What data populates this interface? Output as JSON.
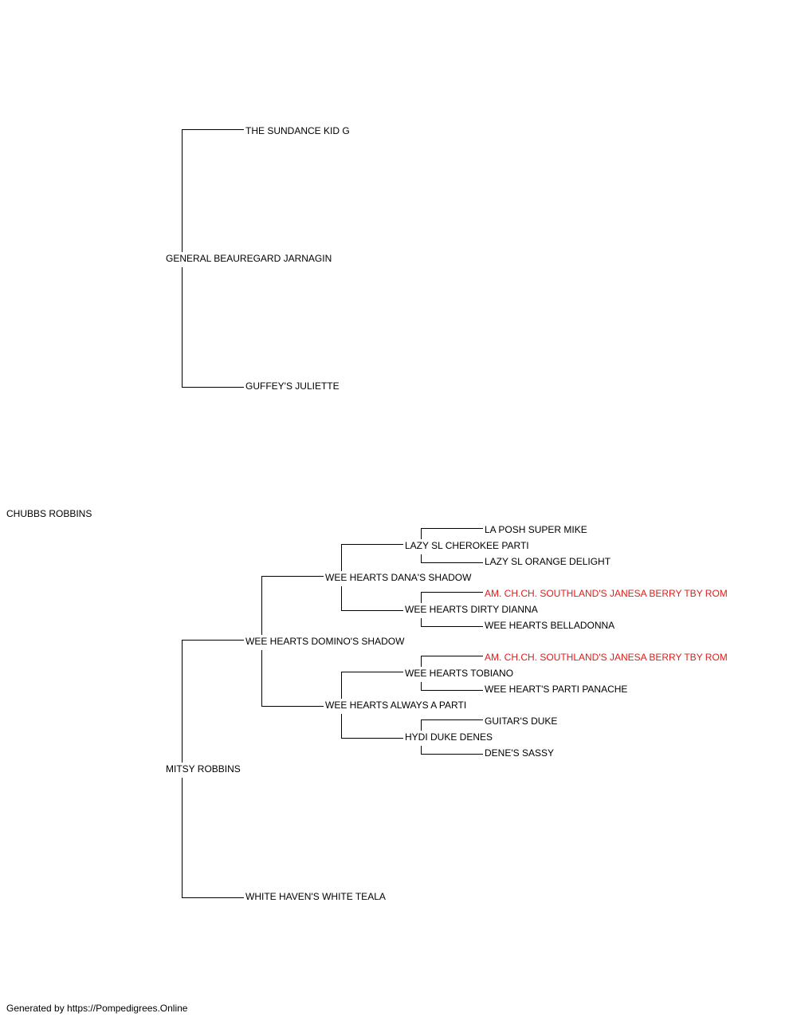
{
  "colors": {
    "text": "#000000",
    "highlight": "#e41b17",
    "line": "#000000"
  },
  "subject": {
    "name": "CHUBBS ROBBINS"
  },
  "sire": {
    "name": "GENERAL BEAUREGARD JARNAGIN",
    "sire": {
      "name": "THE SUNDANCE KID G"
    },
    "dam": {
      "name": "GUFFEY'S JULIETTE"
    }
  },
  "dam": {
    "name": "MITSY ROBBINS",
    "sire": {
      "name": "WEE HEARTS DOMINO'S SHADOW",
      "sire": {
        "name": "WEE HEARTS DANA'S SHADOW",
        "sire": {
          "name": "LAZY SL CHEROKEE PARTI",
          "sire": {
            "name": "LA POSH SUPER MIKE",
            "highlight": false
          },
          "dam": {
            "name": "LAZY SL ORANGE DELIGHT",
            "highlight": false
          }
        },
        "dam": {
          "name": "WEE HEARTS DIRTY DIANNA",
          "sire": {
            "name": "AM. CH.CH. SOUTHLAND'S JANESA BERRY TBY ROM",
            "highlight": true
          },
          "dam": {
            "name": "WEE HEARTS BELLADONNA",
            "highlight": false
          }
        }
      },
      "dam": {
        "name": "WEE HEARTS ALWAYS A PARTI",
        "sire": {
          "name": "WEE HEARTS TOBIANO",
          "sire": {
            "name": "AM. CH.CH. SOUTHLAND'S JANESA BERRY TBY ROM",
            "highlight": true
          },
          "dam": {
            "name": "WEE HEART'S PARTI PANACHE",
            "highlight": false
          }
        },
        "dam": {
          "name": "HYDI DUKE DENES",
          "sire": {
            "name": "GUITAR'S DUKE",
            "highlight": false
          },
          "dam": {
            "name": "DENE'S SASSY",
            "highlight": false
          }
        }
      }
    },
    "dam": {
      "name": "WHITE HAVEN'S WHITE TEALA"
    }
  },
  "footer": {
    "text": "Generated by https://Pompedigrees.Online"
  }
}
